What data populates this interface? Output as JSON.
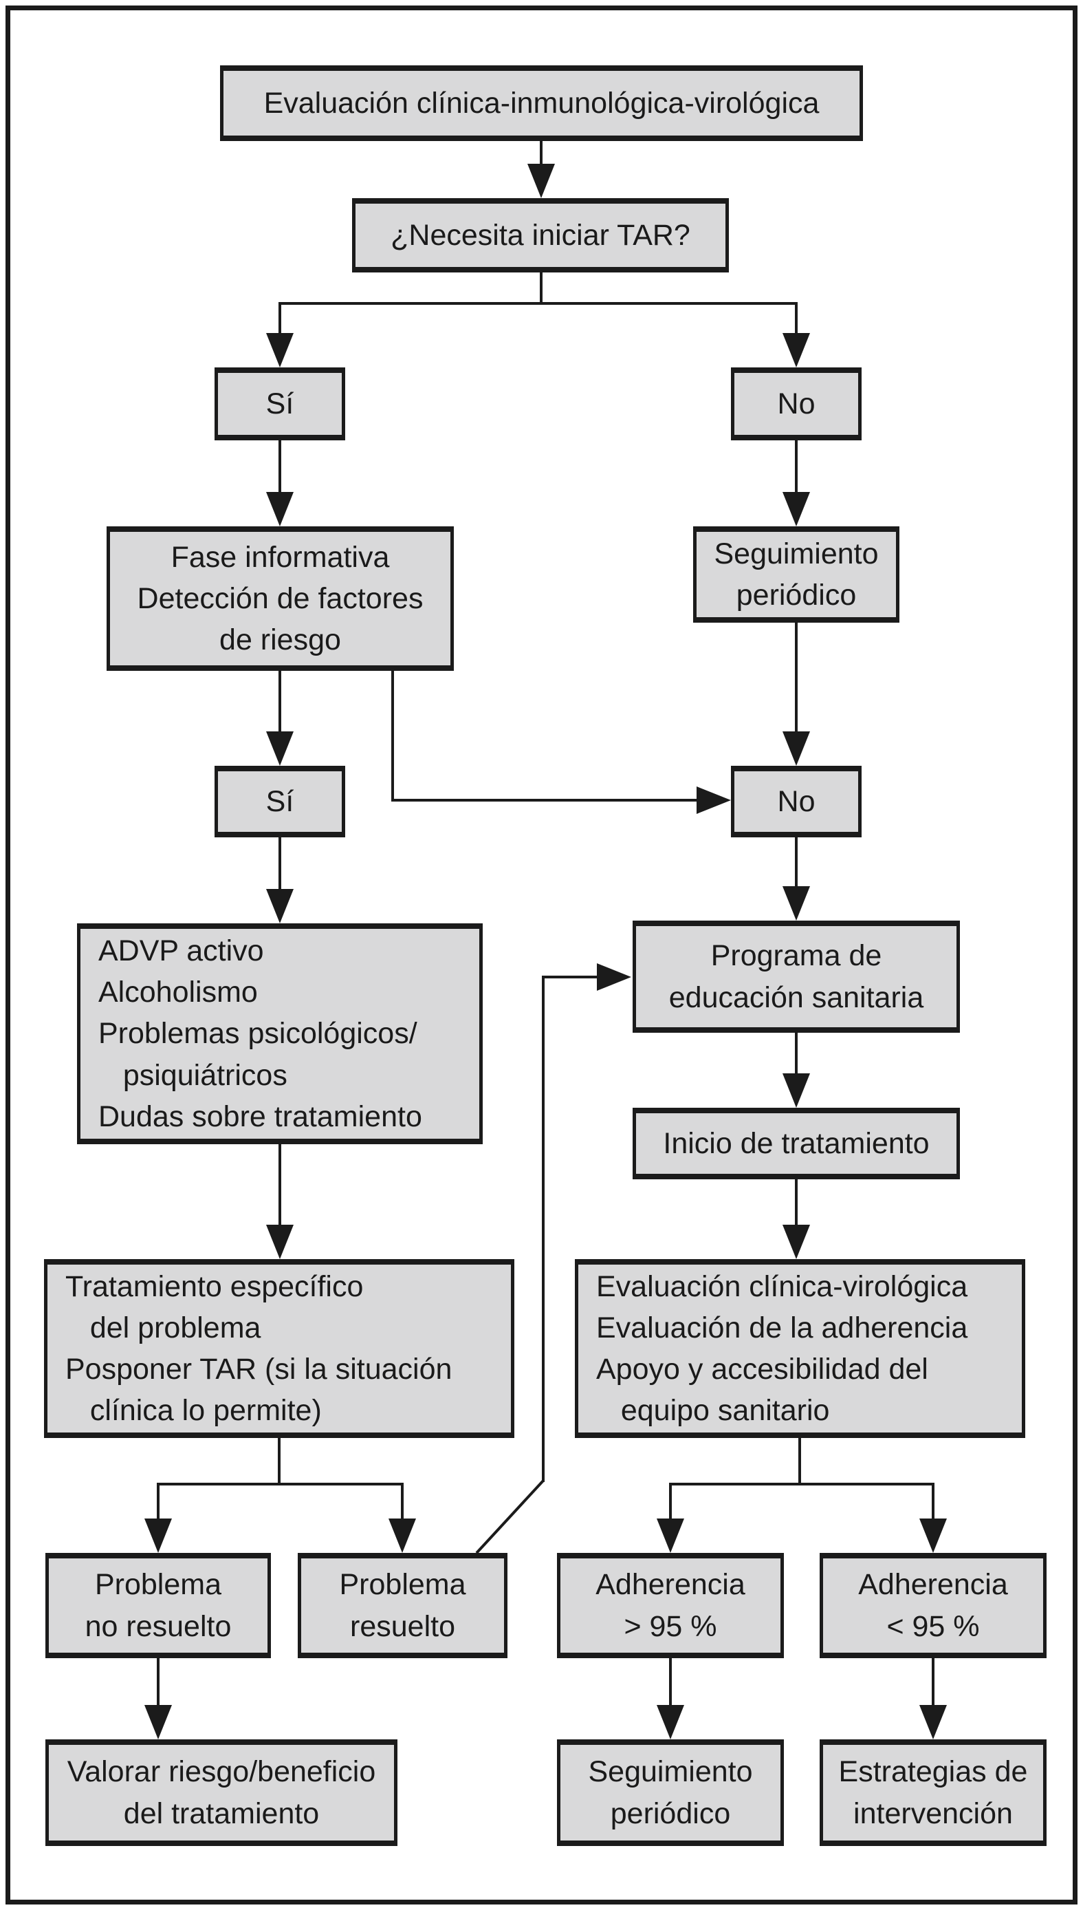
{
  "figure": {
    "type": "flowchart",
    "language": "es",
    "topic": "Inicio de TAR y adherencia al tratamiento"
  },
  "colors": {
    "background": "#ffffff",
    "box_fill": "#d9d9da",
    "box_border": "#1b1b1b",
    "line": "#1b1b1b",
    "text": "#1a1a1a"
  },
  "nodes": {
    "evaluacion_inicial": {
      "label": "Evaluación clínica-inmunológica-virológica"
    },
    "necesita_tar": {
      "label": "¿Necesita iniciar TAR?"
    },
    "si_1": {
      "label": "Sí"
    },
    "no_1": {
      "label": "No"
    },
    "fase_informativa": {
      "label": "Fase informativa\nDetección de factores\nde riesgo"
    },
    "seguimiento_periodico_1": {
      "label": "Seguimiento\nperiódico"
    },
    "si_2": {
      "label": "Sí"
    },
    "no_2": {
      "label": "No"
    },
    "factores_riesgo": {
      "label": "ADVP activo\nAlcoholismo\nProblemas psicológicos/\n   psiquiátricos\nDudas sobre tratamiento"
    },
    "programa_educacion": {
      "label": "Programa de\neducación sanitaria"
    },
    "inicio_tratamiento": {
      "label": "Inicio de tratamiento"
    },
    "tratamiento_especifico": {
      "label": "Tratamiento específico\n   del problema\nPosponer TAR (si la situación\n   clínica lo permite)"
    },
    "evaluacion_seguimiento": {
      "label": "Evaluación clínica-virológica\nEvaluación de la adherencia\nApoyo y accesibilidad del\n   equipo sanitario"
    },
    "problema_no_resuelto": {
      "label": "Problema\nno resuelto"
    },
    "problema_resuelto": {
      "label": "Problema\nresuelto"
    },
    "adherencia_alta": {
      "label": "Adherencia\n> 95 %"
    },
    "adherencia_baja": {
      "label": "Adherencia\n< 95 %"
    },
    "valorar_riesgo": {
      "label": "Valorar riesgo/beneficio\ndel tratamiento"
    },
    "seguimiento_periodico_2": {
      "label": "Seguimiento\nperiódico"
    },
    "estrategias_intervencion": {
      "label": "Estrategias de\nintervención"
    }
  }
}
